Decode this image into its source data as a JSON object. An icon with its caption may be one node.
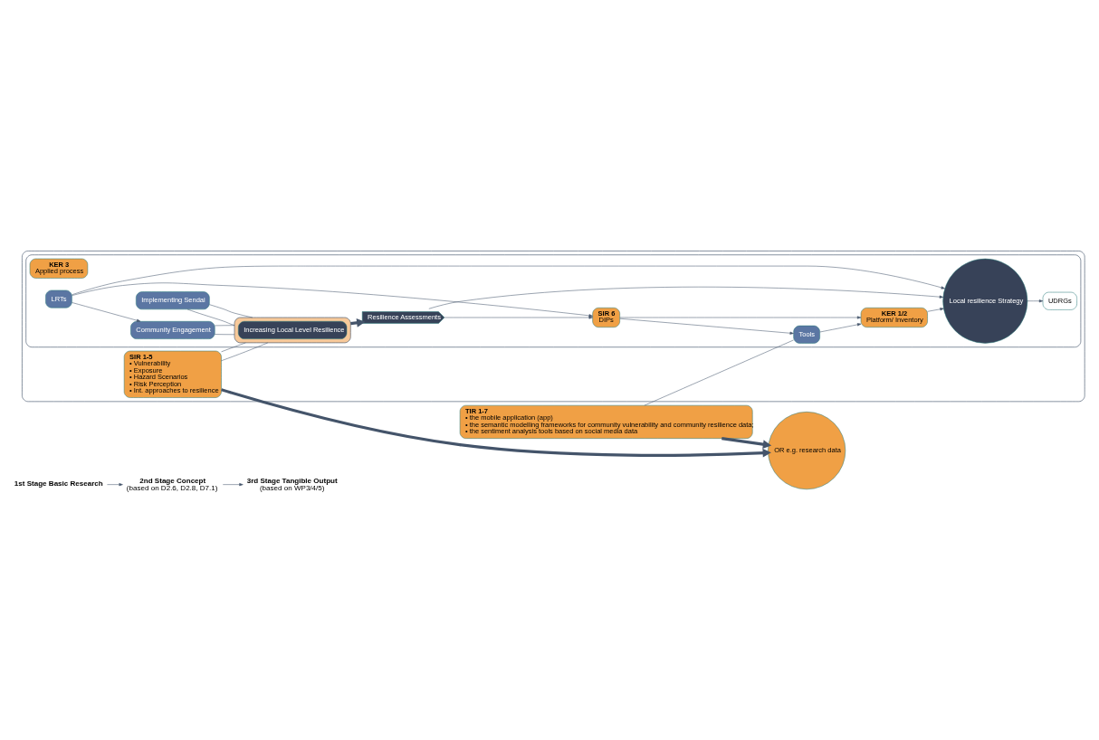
{
  "diagram": {
    "nodes": [
      {
        "text": [
          "1st Stage Basic Research"
        ]
      },
      {
        "text": [
          "2nd Stage Concept",
          "(based on D2.6, D2.8, D7.1)"
        ]
      },
      {
        "text": [
          "3rd Stage Tangible Output",
          "(based on WP3/4/5)"
        ]
      },
      {
        "text": [],
        "shape": "box"
      },
      {
        "text": [],
        "shape": "box",
        "in": 3
      },
      {
        "text": [
          "SIR 1-5",
          "• Vulnerability",
          "• Exposure",
          "• Hazard Scenarios",
          "• Risk Perception",
          "• Int. approaches to resilience"
        ],
        "in": 3
      },
      {
        "text": [
          "Implementing Sendai"
        ],
        "in": 4
      },
      {
        "text": [],
        "shape": "box",
        "in": 4
      },
      {
        "text": [
          "Increasing Local Level Resilience"
        ],
        "in": 7
      },
      {
        "text": [
          "Community Engagement"
        ],
        "in": 4
      },
      {
        "text": [
          "Resilience Assessments"
        ],
        "in": 4
      },
      {
        "text": [
          "KER 3",
          "Applied process"
        ],
        "in": 4
      },
      {
        "text": [
          "UDRGs"
        ],
        "in": 4
      },
      {
        "text": [
          "Local resilience Strategy"
        ],
        "in": 4
      },
      {
        "text": [
          "SIR 6",
          "DIPs"
        ],
        "in": 4
      },
      {
        "text": [
          "KER 1/2",
          "Platform/ Inventory"
        ],
        "in": 4
      },
      {
        "text": [
          "Tools"
        ],
        "in": 4
      },
      {
        "text": [
          "LRTs"
        ],
        "in": 4
      },
      {
        "text": [
          "OR e.g. research data"
        ]
      },
      {
        "text": [
          "TIR 1-7",
          "• the mobile application (app)",
          "• the semantic modelling frameworks for community vulnerability and community resilience data;",
          "• the sentiment analysis tools based on social media data"
        ]
      }
    ],
    "edges": [
      {
        "from": 0,
        "to": 1,
        "arrow": "to"
      },
      {
        "from": 1,
        "to": 2,
        "arrow": "to"
      },
      {
        "from": 6,
        "to": 7,
        "arrow": "none"
      },
      {
        "from": 6,
        "to": 7,
        "arrow": "none"
      },
      {
        "from": 5,
        "to": 7,
        "arrow": "none"
      },
      {
        "from": 5,
        "to": 7,
        "arrow": "none"
      },
      {
        "from": 9,
        "to": 7,
        "arrow": "none"
      },
      {
        "from": 9,
        "to": 7,
        "arrow": "none"
      },
      {
        "from": 7,
        "to": 10,
        "arrow": "to",
        "style": "thick"
      },
      {
        "from": 10,
        "to": 14,
        "arrow": "to"
      },
      {
        "from": 10,
        "to": 13,
        "arrow": "to"
      },
      {
        "from": 15,
        "to": 13,
        "arrow": "to"
      },
      {
        "from": 13,
        "to": 12,
        "arrow": "to"
      },
      {
        "from": 14,
        "to": 15,
        "arrow": "to"
      },
      {
        "from": 14,
        "to": 16,
        "arrow": "to"
      },
      {
        "from": 16,
        "to": 15,
        "arrow": "to"
      },
      {
        "from": 17,
        "to": 14,
        "arrow": "to"
      },
      {
        "from": 17,
        "to": 9,
        "arrow": "to"
      },
      {
        "from": 17,
        "to": 13,
        "arrow": "to"
      },
      {
        "from": 19,
        "to": 16,
        "arrow": "none"
      },
      {
        "from": 5,
        "to": 18,
        "arrow": "to",
        "style": "thick"
      },
      {
        "from": 19,
        "to": 18,
        "arrow": "to",
        "style": "thick"
      }
    ]
  }
}
